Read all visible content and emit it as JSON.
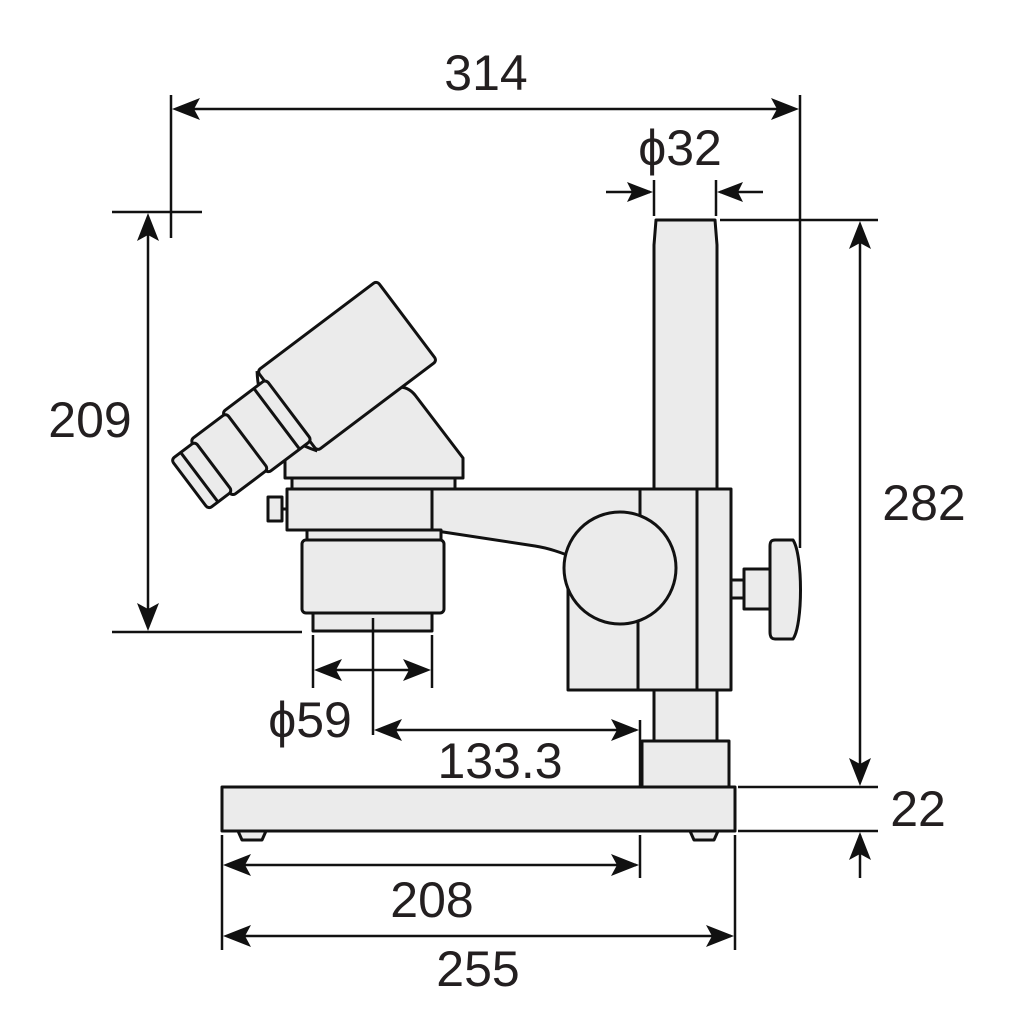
{
  "diagram": {
    "subject": "Stereo microscope on pole stand — dimensional drawing",
    "units": "mm",
    "colors": {
      "part_fill": "#ebebeb",
      "line": "#111111",
      "text": "#231f20"
    },
    "dimensions": {
      "overall_width": {
        "value": "314",
        "description": "eyepiece tip to focus knob"
      },
      "pillar_diameter": {
        "value": "ϕ32",
        "description": "pillar diameter"
      },
      "eyepiece_height": {
        "value": "209",
        "description": "eyepiece top to objective bottom"
      },
      "pillar_height": {
        "value": "282",
        "description": "pillar height above base"
      },
      "objective_diameter": {
        "value": "ϕ59",
        "description": "objective diameter"
      },
      "working_reach": {
        "value": "133.3",
        "description": "optical axis to pillar"
      },
      "base_thickness": {
        "value": "22",
        "description": "base thickness"
      },
      "base_to_pillar": {
        "value": "208",
        "description": "base front edge to pillar"
      },
      "base_width": {
        "value": "255",
        "description": "base length"
      }
    },
    "parts": [
      "eyepiece",
      "binocular-tube",
      "prism-head",
      "zoom-body",
      "objective",
      "arm",
      "clamp-block",
      "focus-knob",
      "pillar",
      "pillar-collar",
      "base",
      "base-feet"
    ]
  }
}
